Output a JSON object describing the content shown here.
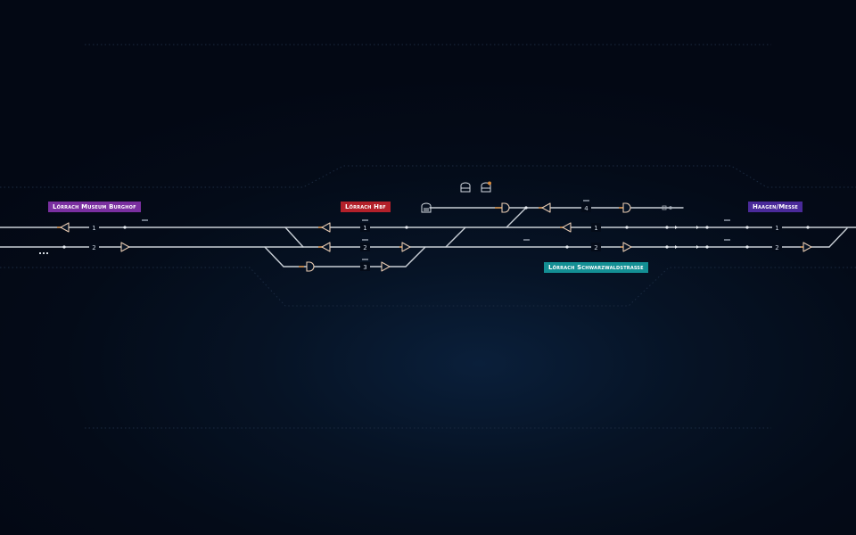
{
  "stations": {
    "museum": {
      "name": "Lörrach Museum Burghof",
      "color": "#7a2fa0"
    },
    "hbf": {
      "name": "Lörrach Hbf",
      "color": "#b3202a"
    },
    "haagen": {
      "name": "Haagen/Messe",
      "color": "#4a2a9a"
    },
    "schwarzwald": {
      "name": "Lörrach Schwarzwaldstraße",
      "color": "#138f94"
    }
  },
  "track_numbers": {
    "museum_1": "1",
    "museum_2": "2",
    "hbf_1": "1",
    "hbf_2": "2",
    "hbf_3": "3",
    "schwarz_4": "4",
    "schwarz_1": "1",
    "schwarz_2": "2",
    "haagen_1": "1",
    "haagen_2": "2"
  },
  "icons": {
    "depot_a": "depot-icon",
    "depot_b": "depot-add-icon",
    "depot_c": "depot-terminal-icon",
    "more": "more-dots-icon"
  },
  "colors": {
    "track": "#c9cfd6",
    "signal_stroke": "#e6c9b0",
    "accent_orange": "#d98a3a"
  }
}
